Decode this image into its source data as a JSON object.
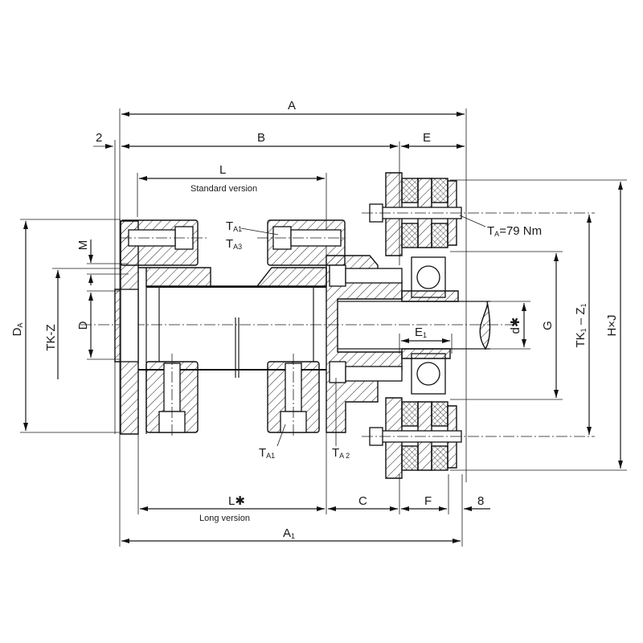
{
  "drawing": {
    "title": "Coupling cross-section with flexible elements and bearing",
    "dimensions": {
      "A": "A",
      "B": "B",
      "E": "E",
      "two": "2",
      "L": "L",
      "standard_version": "Standard version",
      "L_long": "L",
      "long_version": "Long version",
      "C": "C",
      "F": "F",
      "eight": "8",
      "A1": "A",
      "A1_sub": "1",
      "E1": "E",
      "E1_sub": "1",
      "DA": "D",
      "DA_sub": "A",
      "TK_Z": "TK-Z",
      "M": "M",
      "D": "D",
      "d_star": "d",
      "G": "G",
      "TK1_Z1": "TK",
      "TK1_Z1_sub": "1",
      "TK1_Z1_rest": " – Z",
      "TK1_Z1_sub2": "1",
      "HxJ": "H×J",
      "star": "✱"
    },
    "torques": {
      "TA1_top": {
        "main": "T",
        "sub": "A1"
      },
      "TA3_top": {
        "main": "T",
        "sub": "A3"
      },
      "TA1_bottom": {
        "main": "T",
        "sub": "A1"
      },
      "TA2": {
        "main": "T",
        "sub": "A 2"
      },
      "TA": {
        "main": "T",
        "sub": "A",
        "value": "=79 Nm"
      }
    }
  }
}
